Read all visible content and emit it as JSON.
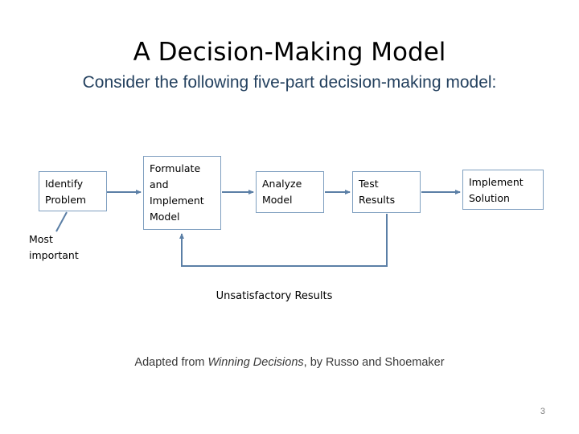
{
  "slide": {
    "title": "A Decision-Making Model",
    "subtitle": "Consider the following five-part decision-making model:",
    "page_number": "3"
  },
  "colors": {
    "title": "#000000",
    "subtitle": "#24415f",
    "box_border": "#7f9fc0",
    "connector": "#5b7fa6",
    "page_number": "#808080",
    "background": "#ffffff"
  },
  "diagram": {
    "type": "flowchart",
    "boxes": [
      {
        "id": "identify",
        "label": "Identify\nProblem"
      },
      {
        "id": "formulate",
        "label": "Formulate\nand\nImplement\nModel"
      },
      {
        "id": "analyze",
        "label": "Analyze\nModel"
      },
      {
        "id": "test",
        "label": "Test\nResults"
      },
      {
        "id": "implement",
        "label": "Implement\nSolution"
      }
    ],
    "annotations": [
      {
        "id": "most-important",
        "label": "Most\nimportant"
      },
      {
        "id": "unsatisfactory",
        "label": "Unsatisfactory Results"
      }
    ],
    "connectors": [
      {
        "from": "identify",
        "to": "formulate",
        "kind": "arrow-right"
      },
      {
        "from": "formulate",
        "to": "analyze",
        "kind": "arrow-right"
      },
      {
        "from": "analyze",
        "to": "test",
        "kind": "arrow-right"
      },
      {
        "from": "test",
        "to": "implement",
        "kind": "arrow-right"
      },
      {
        "from": "test",
        "to": "formulate",
        "kind": "feedback-loop"
      },
      {
        "from": "most-important",
        "to": "identify",
        "kind": "leader-line"
      }
    ]
  },
  "credit": {
    "prefix": "Adapted from ",
    "work": "Winning Decisions",
    "suffix": ", by Russo and Shoemaker"
  }
}
